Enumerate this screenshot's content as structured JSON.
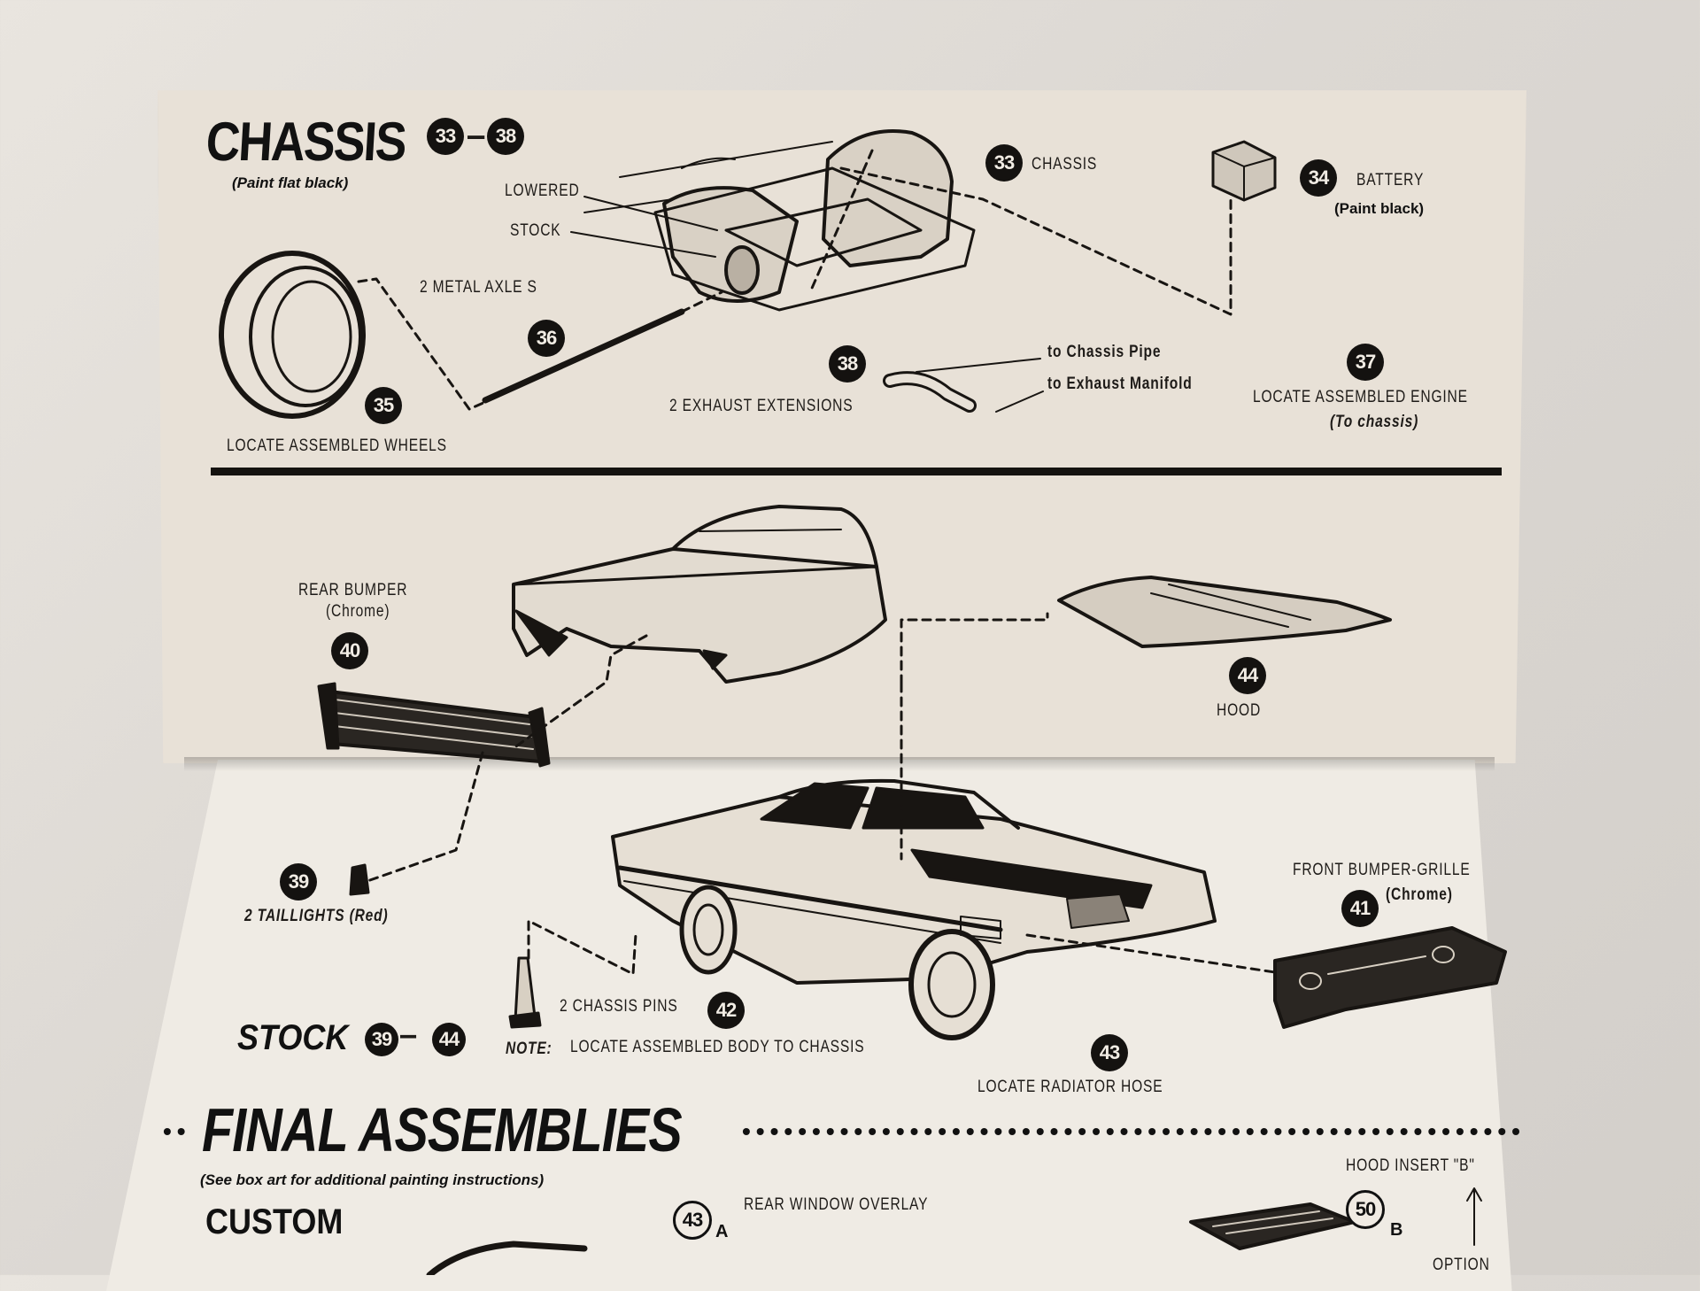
{
  "chassis_section": {
    "title": "CHASSIS",
    "range_start": "33",
    "range_dash": "–",
    "range_end": "38",
    "paint_note": "(Paint flat black)",
    "lowered": "LOWERED",
    "stock": "STOCK",
    "metal_axles": "2 METAL AXLE S",
    "chassis_label": "CHASSIS",
    "battery_label": "BATTERY",
    "battery_paint": "(Paint black)",
    "to_chassis_pipe": "to Chassis Pipe",
    "to_exhaust_manifold": "to Exhaust Manifold",
    "exhaust_extensions": "2 EXHAUST EXTENSIONS",
    "locate_engine": "LOCATE ASSEMBLED ENGINE",
    "to_chassis": "(To chassis)",
    "locate_wheels": "LOCATE ASSEMBLED  WHEELS",
    "parts": {
      "p33": "33",
      "p34": "34",
      "p35": "35",
      "p36": "36",
      "p37": "37",
      "p38": "38"
    }
  },
  "stock_section": {
    "rear_bumper": "REAR BUMPER",
    "rear_bumper_finish": "(Chrome)",
    "hood": "HOOD",
    "taillights": "2 TAILLIGHTS (Red)",
    "front_bumper_grille": "FRONT BUMPER-GRILLE",
    "front_bumper_finish": "(Chrome)",
    "chassis_pins": "2 CHASSIS PINS",
    "note_label": "NOTE:",
    "note_text": "LOCATE ASSEMBLED BODY TO CHASSIS",
    "radiator_hose": "LOCATE  RADIATOR HOSE",
    "title": "STOCK",
    "range_start": "39",
    "range_dash": "–",
    "range_end": "44",
    "parts": {
      "p39": "39",
      "p40": "40",
      "p41": "41",
      "p42": "42",
      "p43": "43",
      "p44": "44"
    }
  },
  "final_section": {
    "lead_dots": "••",
    "title": "FINAL ASSEMBLIES",
    "trail_dots": "••••••••••••••••••••••••••••••••••••••••••••••••••••••••",
    "paint_note": "(See box art for additional painting instructions)",
    "custom": "CUSTOM",
    "rear_window_overlay": "REAR WINDOW OVERLAY",
    "p43a": "43",
    "p43a_sub": "A",
    "hood_insert": "HOOD INSERT \"B\"",
    "p50b": "50",
    "p50b_sub": "B",
    "option": "OPTION"
  }
}
